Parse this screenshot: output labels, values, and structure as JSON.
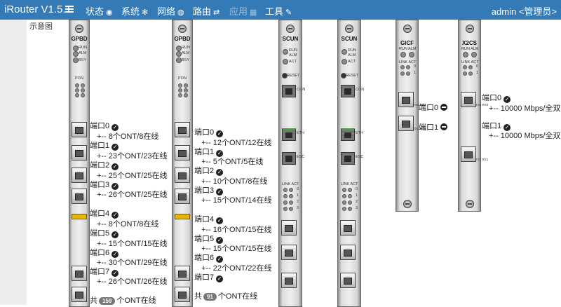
{
  "navbar": {
    "brand": "iRouter V1.5.1",
    "items": [
      {
        "label": "状态",
        "icon": "eye-icon"
      },
      {
        "label": "系统",
        "icon": "gear-icon"
      },
      {
        "label": "网络",
        "icon": "globe-icon"
      },
      {
        "label": "路由",
        "icon": "exchange-icon"
      },
      {
        "label": "应用",
        "icon": "grid-icon"
      },
      {
        "label": "工具",
        "icon": "wrench-icon"
      }
    ],
    "user": "admin <管理员>"
  },
  "diagram_label": "示意图",
  "cards": {
    "gpbd1": {
      "title": "GPBD",
      "leds": [
        "RUN",
        "ALM",
        "BSY"
      ],
      "pon_label": "PON"
    },
    "gpbd2": {
      "title": "GPBD",
      "leds": [
        "RUN",
        "ALM",
        "BSY"
      ],
      "pon_label": "PON"
    },
    "scun1": {
      "title": "SCUN",
      "leds": [
        "RUN",
        "ALM",
        "ACT"
      ],
      "reset": "RESET",
      "ports": [
        "CON",
        "ETH",
        "ESC"
      ],
      "link_act": "LINK ACT",
      "rows": [
        "0",
        "1",
        "2",
        "3"
      ]
    },
    "scun2": {
      "title": "SCUN",
      "leds": [
        "RUN",
        "ALM",
        "ACT"
      ],
      "reset": "RESET",
      "ports": [
        "CON",
        "ETH",
        "ESC"
      ],
      "link_act": "LINK ACT",
      "rows": [
        "0",
        "1",
        "2",
        "3"
      ]
    },
    "gicf": {
      "title": "GICF",
      "top_leds": "RUN ALM",
      "link_act": "LINK ACT",
      "rows": [
        "0",
        "1"
      ],
      "tx0": "TX0 RX0",
      "tx1": "TX1 RX1"
    },
    "x2cs": {
      "title": "X2CS",
      "top_leds": "RUN ALM",
      "link_act": "LINK ACT",
      "rows": [
        "0",
        "1"
      ],
      "tx0": "TX0 RX0",
      "tx1": "TX1 RX1"
    }
  },
  "gpbd1_ports": [
    {
      "port": "端口0",
      "detail": "+-- 8个ONT/8在线"
    },
    {
      "port": "端口1",
      "detail": "+-- 23个ONT/23在线"
    },
    {
      "port": "端口2",
      "detail": "+-- 25个ONT/25在线"
    },
    {
      "port": "端口3",
      "detail": "+-- 26个ONT/25在线"
    },
    {
      "port": "端口4",
      "detail": "+-- 8个ONT/8在线"
    },
    {
      "port": "端口5",
      "detail": "+-- 15个ONT/15在线"
    },
    {
      "port": "端口6",
      "detail": "+-- 30个ONT/29在线"
    },
    {
      "port": "端口7",
      "detail": "+-- 26个ONT/26在线"
    }
  ],
  "gpbd1_total": {
    "prefix": "共",
    "count": "159",
    "suffix": "个ONT在线"
  },
  "gpbd2_ports": [
    {
      "port": "端口0",
      "detail": "+-- 12个ONT/12在线"
    },
    {
      "port": "端口1",
      "detail": "+-- 5个ONT/5在线"
    },
    {
      "port": "端口2",
      "detail": "+-- 10个ONT/8在线"
    },
    {
      "port": "端口3",
      "detail": "+-- 15个ONT/14在线"
    },
    {
      "port": "端口4",
      "detail": "+-- 16个ONT/15在线"
    },
    {
      "port": "端口5",
      "detail": "+-- 15个ONT/15在线"
    },
    {
      "port": "端口6",
      "detail": "+-- 22个ONT/22在线"
    },
    {
      "port": "端口7",
      "detail": ""
    }
  ],
  "gpbd2_total": {
    "prefix": "共",
    "count": "91",
    "suffix": "个ONT在线"
  },
  "gicf_ports": [
    {
      "port": "端口0",
      "status_icon": "minus-circle-icon"
    },
    {
      "port": "端口1",
      "status_icon": "minus-circle-icon"
    }
  ],
  "x2cs_ports": [
    {
      "port": "端口0",
      "detail": "+-- 10000 Mbps/全双工"
    },
    {
      "port": "端口1",
      "detail": "+-- 10000 Mbps/全双工"
    }
  ]
}
